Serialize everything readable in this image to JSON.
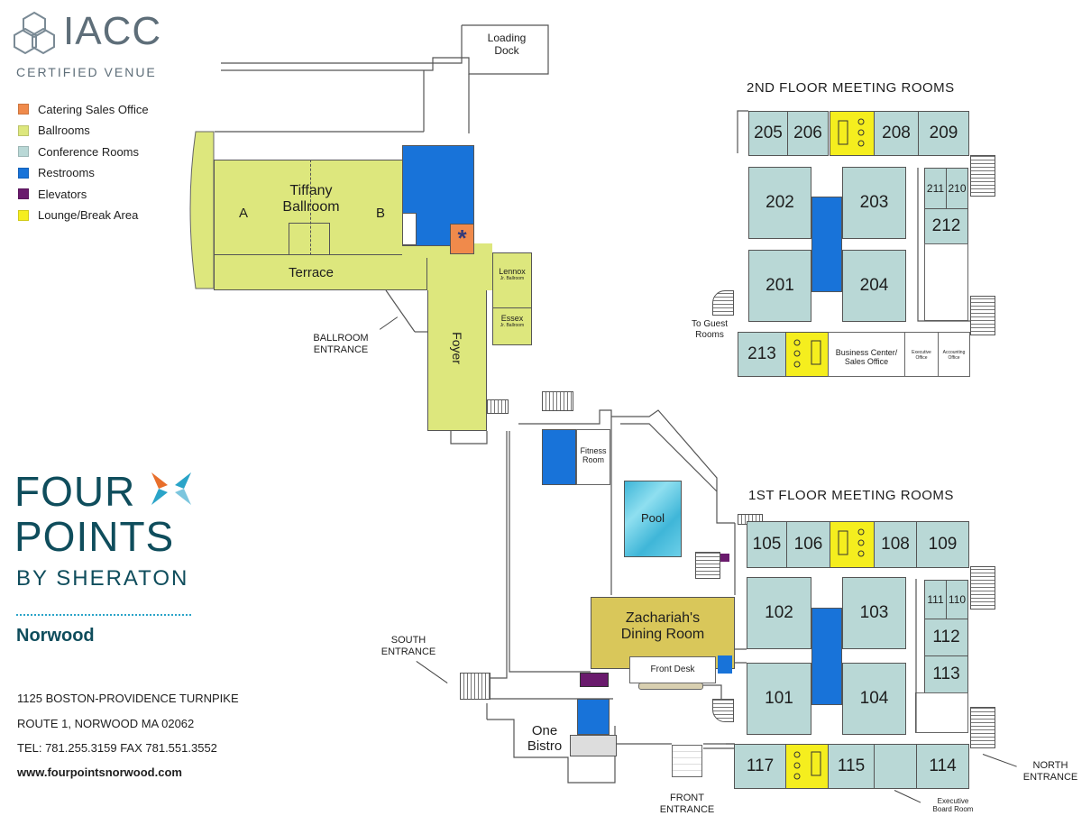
{
  "brand": {
    "iacc_name": "IACC",
    "iacc_tagline": "CERTIFIED VENUE",
    "logo_line1": "FOUR",
    "logo_line2": "POINTS",
    "logo_line3": "BY SHERATON",
    "location": "Norwood",
    "address1": "1125 BOSTON-PROVIDENCE TURNPIKE",
    "address2": "ROUTE 1, NORWOOD MA 02062",
    "phone": "TEL: 781.255.3159  FAX 781.551.3552",
    "website": "www.fourpointsnorwood.com",
    "colors": {
      "teal": "#0f4d5c",
      "accent_blue": "#2aa4c8",
      "accent_orange": "#e86f2c"
    }
  },
  "legend": [
    {
      "label": "Catering Sales Office",
      "color": "#f08a4b"
    },
    {
      "label": "Ballrooms",
      "color": "#dde77d"
    },
    {
      "label": "Conference Rooms",
      "color": "#b9d8d6"
    },
    {
      "label": "Restrooms",
      "color": "#1873d9"
    },
    {
      "label": "Elevators",
      "color": "#6a1b6d"
    },
    {
      "label": "Lounge/Break Area",
      "color": "#f5ee1e"
    }
  ],
  "headings": {
    "second_floor": "2ND FLOOR MEETING ROOMS",
    "first_floor": "1ST FLOOR MEETING ROOMS"
  },
  "ground": {
    "loading_dock": "Loading\nDock",
    "tiffany": "Tiffany\nBallroom",
    "tiffany_a": "A",
    "tiffany_b": "B",
    "terrace": "Terrace",
    "lennox": "Lennox",
    "lennox_sub": "Jr. Ballroom",
    "essex": "Essex",
    "essex_sub": "Jr. Ballroom",
    "foyer": "Foyer",
    "catering_mark": "*",
    "ballroom_entrance": "BALLROOM\nENTRANCE",
    "fitness": "Fitness\nRoom",
    "pool": "Pool",
    "dining": "Zachariah's\nDining Room",
    "front_desk": "Front Desk",
    "south_entrance": "SOUTH\nENTRANCE",
    "bistro": "One\nBistro",
    "front_entrance": "FRONT\nENTRANCE",
    "north_entrance": "NORTH\nENTRANCE",
    "exec_board": "Executive\nBoard Room",
    "to_guest_rooms": "To Guest\nRooms"
  },
  "floor2": {
    "r205": "205",
    "r206": "206",
    "r208": "208",
    "r209": "209",
    "r202": "202",
    "r203": "203",
    "r211": "211",
    "r210": "210",
    "r212": "212",
    "r201": "201",
    "r204": "204",
    "r213": "213",
    "business": "Business Center/\nSales Office",
    "executive_office": "Executive\nOffice",
    "accounting_office": "Accounting\nOffice"
  },
  "floor1": {
    "r105": "105",
    "r106": "106",
    "r108": "108",
    "r109": "109",
    "r102": "102",
    "r103": "103",
    "r111": "111",
    "r110": "110",
    "r112": "112",
    "r113": "113",
    "r101": "101",
    "r104": "104",
    "r117": "117",
    "r115": "115",
    "r114": "114"
  }
}
